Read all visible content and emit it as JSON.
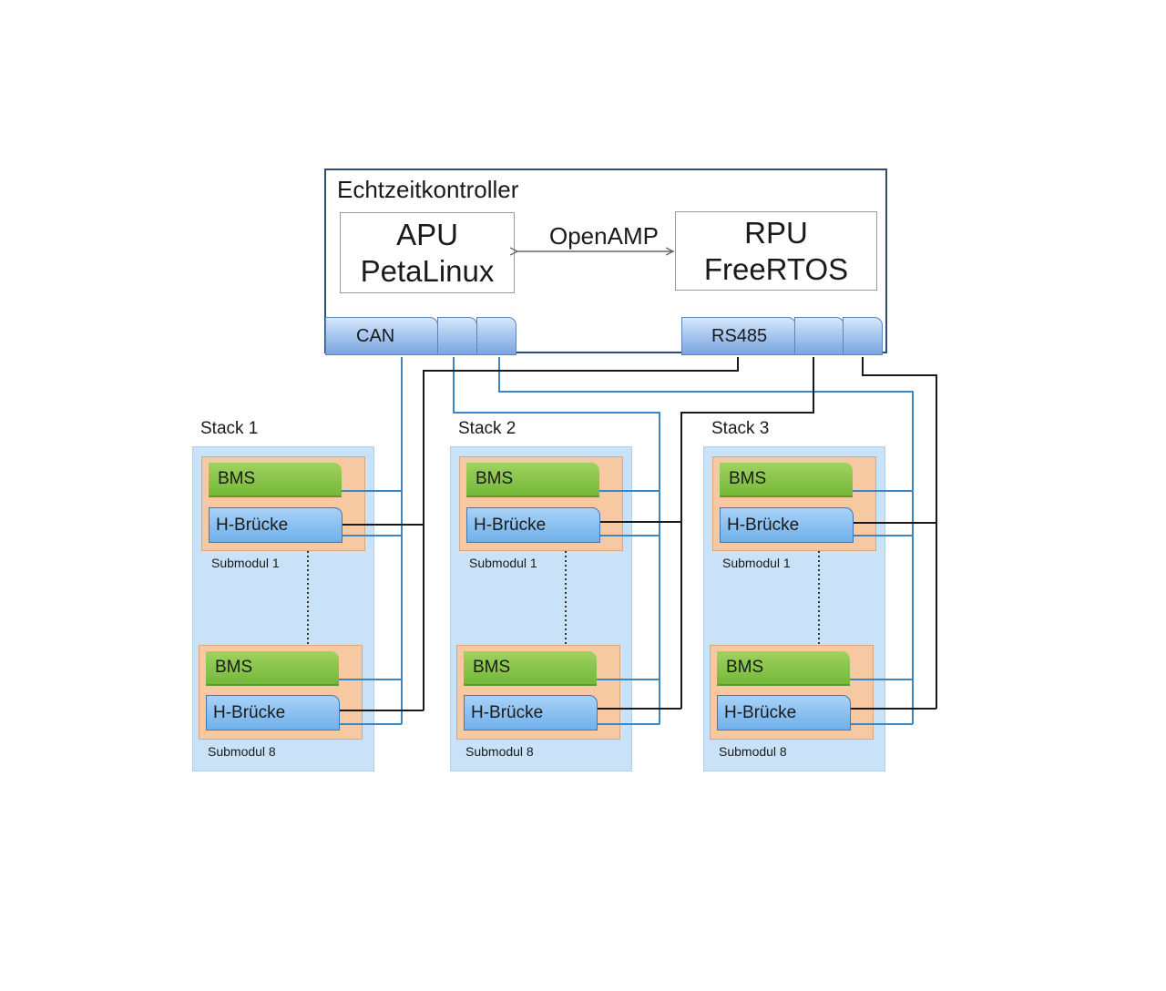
{
  "controller": {
    "title": "Echtzeitkontroller",
    "apu": {
      "name": "APU",
      "os": "PetaLinux"
    },
    "rpu": {
      "name": "RPU",
      "os": "FreeRTOS"
    },
    "link_label": "OpenAMP",
    "ports": {
      "can": "CAN",
      "rs485": "RS485"
    }
  },
  "stacks": [
    {
      "label": "Stack 1",
      "top": {
        "bms": "BMS",
        "bridge": "H-Brücke",
        "label": "Submodul 1"
      },
      "bottom": {
        "bms": "BMS",
        "bridge": "H-Brücke",
        "label": "Submodul 8"
      }
    },
    {
      "label": "Stack 2",
      "top": {
        "bms": "BMS",
        "bridge": "H-Brücke",
        "label": "Submodul 1"
      },
      "bottom": {
        "bms": "BMS",
        "bridge": "H-Brücke",
        "label": "Submodul 8"
      }
    },
    {
      "label": "Stack 3",
      "top": {
        "bms": "BMS",
        "bridge": "H-Brücke",
        "label": "Submodul 1"
      },
      "bottom": {
        "bms": "BMS",
        "bridge": "H-Brücke",
        "label": "Submodul 8"
      }
    }
  ],
  "colors": {
    "controller_border": "#2b4d7a",
    "can_bus": "#3d86c6",
    "rs485_bus": "#1a1a1a",
    "stack_background": "#c9e2f7",
    "submodule": "#f6c9a2",
    "bms": "#7fc142",
    "h_bridge": "#7ab7ee"
  }
}
